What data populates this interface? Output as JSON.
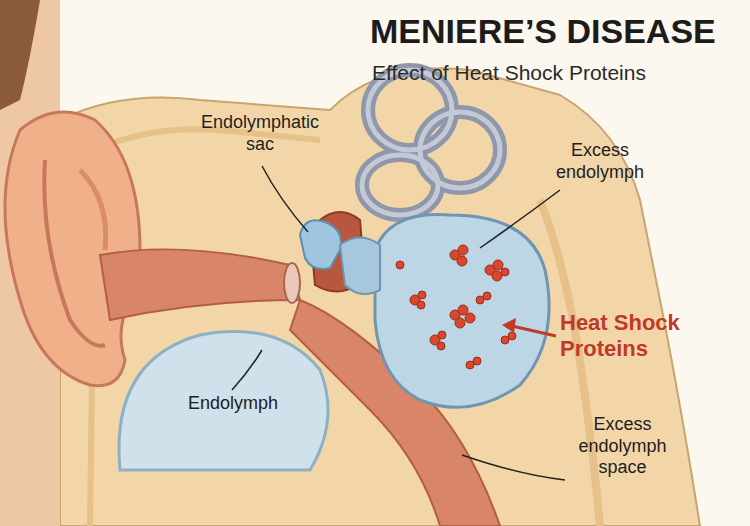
{
  "diagram": {
    "title": "MENIERE’S DISEASE",
    "labels": [
      "Effect of Heat Shock Proteins",
      "Endolymphatic sac",
      "Excess endolymph",
      "Heat Shock Proteins",
      "Endolymph",
      "Excess endolymph space"
    ]
  }
}
